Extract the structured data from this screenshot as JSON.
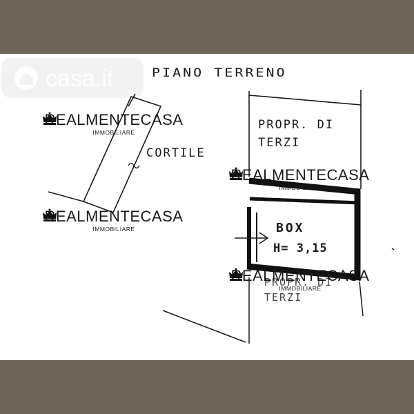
{
  "plan": {
    "title": "PIANO TERRENO",
    "courtyard_label": "CORTILE",
    "neighbor_top_line1": "PROPR. DI",
    "neighbor_top_line2": "TERZI",
    "box_label": "BOX",
    "height_label": "H= 3,15",
    "neighbor_bottom_line1": "PROPR. DI",
    "neighbor_bottom_line2": "TERZI"
  },
  "watermarks": [
    {
      "brand": "REALMENTECASA",
      "subtitle": "IMMOBILIARE"
    },
    {
      "brand": "REALMENTECASA",
      "subtitle": "IMMOBILIARE"
    },
    {
      "brand": "REALMENTECASA",
      "subtitle": "IMMOBILIARE"
    },
    {
      "brand": "REALMENTECASA",
      "subtitle": "IMMOBILIARE"
    }
  ],
  "background_logo": "casa.it",
  "colors": {
    "frame": "#6e655a",
    "paper": "#ffffff",
    "ink": "#1a1a1a"
  },
  "icons": [
    "crown-icon",
    "entrance-arrow-icon",
    "casa-house-logo-icon"
  ]
}
